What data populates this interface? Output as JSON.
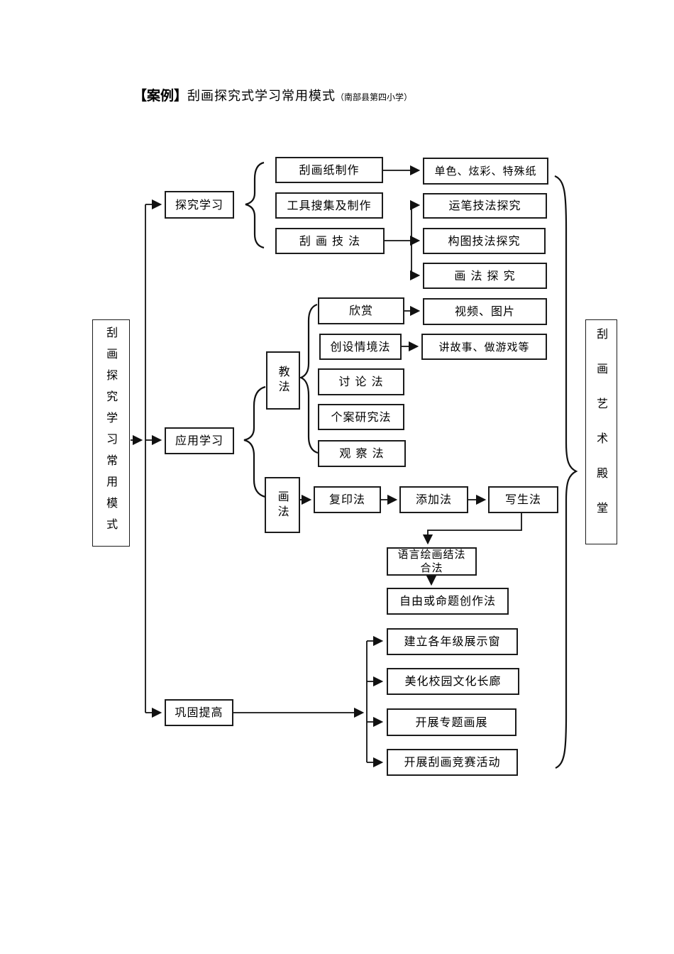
{
  "title": {
    "tag": "【案例】",
    "main": "刮画探究式学习常用模式",
    "sub": "（南部县第四小学）"
  },
  "nodes": {
    "root": "刮画探究学习常用模式",
    "goal": "刮画艺术殿堂",
    "explore": "探究学习",
    "apply": "应用学习",
    "consolidate": "巩固提高",
    "paper_making": "刮画纸制作",
    "paper_types": "单色、炫彩、特殊纸",
    "tool_making": "工具搜集及制作",
    "scratch_technique": "刮 画 技 法",
    "stroke_explore": "运笔技法探究",
    "composition_explore": "构图技法探究",
    "painting_explore": "画 法 探 究",
    "appreciation": "欣赏",
    "video": "视频、图片",
    "situation": "创设情境法",
    "storytelling": "讲故事、做游戏等",
    "discussion": "讨 论 法",
    "teaching": "教法",
    "case_study": "个案研究法",
    "observation": "观 察 法",
    "painting": "画法",
    "copy": "复印法",
    "addition": "添加法",
    "sketch": "写生法",
    "language_combo": "语言绘画结法\n合法",
    "free_creation": "自由或命题创作法",
    "grade_window": "建立各年级展示窗",
    "campus_corridor": "美化校园文化长廊",
    "theme_exhibition": "开展专题画展",
    "competition": "开展刮画竞赛活动"
  },
  "colors": {
    "line": "#111111",
    "border": "#1c1c1c",
    "background": "#ffffff"
  }
}
